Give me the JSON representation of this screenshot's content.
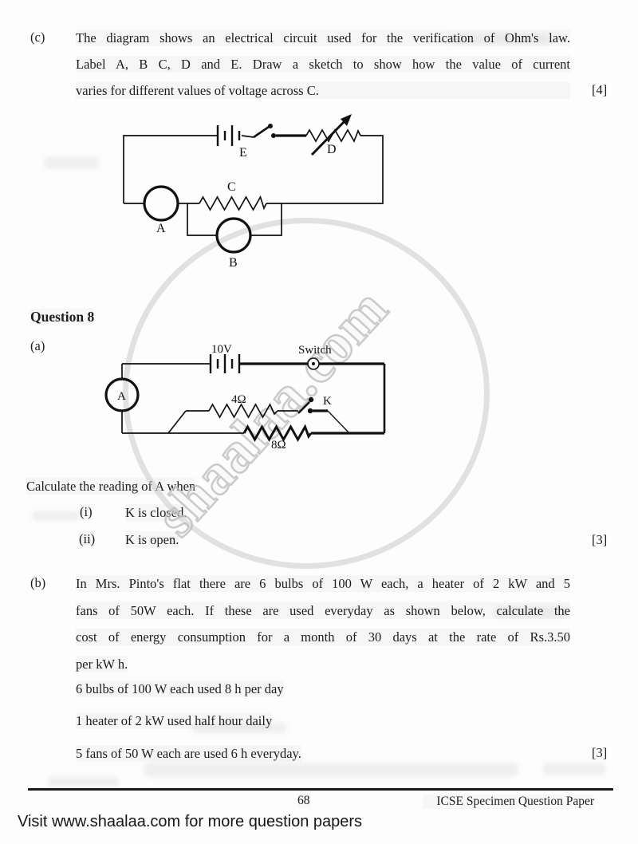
{
  "page": {
    "question_c": {
      "label": "(c)",
      "lines": [
        "The diagram shows an electrical circuit used for the verification of Ohm's law.",
        "Label A, B C, D and E.  Draw a sketch to show how the value of current",
        "varies for different values of voltage across C."
      ],
      "marks": "[4]"
    },
    "circuit1": {
      "battery_label": "E",
      "rheostat_label": "D",
      "resistor_label": "C",
      "ammeter_label": "A",
      "voltmeter_label": "B"
    },
    "question8": {
      "heading": "Question 8",
      "part_a_label": "(a)"
    },
    "circuit2": {
      "battery_label": "10V",
      "switch_label": "Switch",
      "ammeter_label": "A",
      "resistor_top_label": "4Ω",
      "resistor_bottom_label": "8Ω",
      "key_label": "K"
    },
    "part_a": {
      "intro": "Calculate the reading of A when",
      "items": [
        {
          "num": "(i)",
          "text": "K is closed."
        },
        {
          "num": "(ii)",
          "text": "K is open."
        }
      ],
      "marks": "[3]"
    },
    "question_b": {
      "label": "(b)",
      "lines": [
        "In Mrs. Pinto's flat there are 6 bulbs of 100 W each, a heater of 2 kW  and 5",
        "fans of 50W each. If these are used everyday as shown below, calculate the",
        "cost of energy consumption for a month of 30 days at the rate of Rs.3.50",
        "per kW h."
      ],
      "usage": [
        "6 bulbs of 100 W each used 8 h per day",
        "1 heater of 2 kW used half hour daily",
        "5 fans of 50 W each are used 6 h everyday."
      ],
      "marks": "[3]"
    },
    "footer": {
      "page_number": "68",
      "right_text": "ICSE Specimen Question Paper",
      "visit_text": "Visit www.shaalaa.com for more question papers"
    },
    "watermark": {
      "text": "shaalaa.com"
    }
  }
}
